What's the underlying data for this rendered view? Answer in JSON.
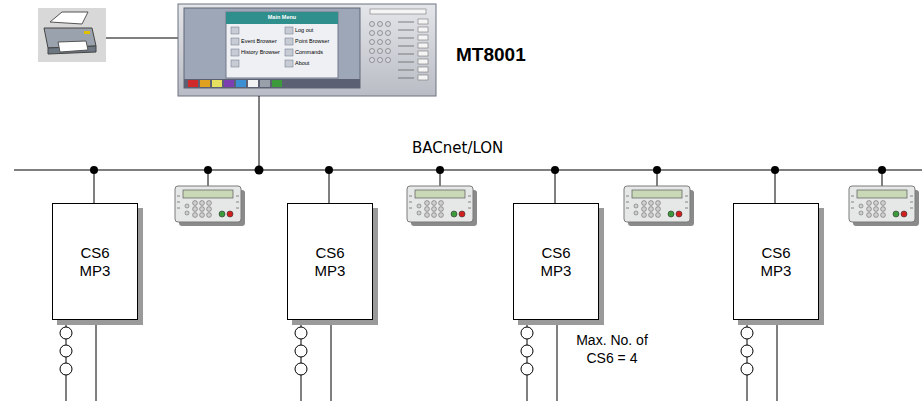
{
  "diagram": {
    "nodes": [
      {
        "text": [
          "Main Menu",
          "Log out",
          "Event Browser",
          "Point Browser",
          "History Browser",
          "Commands",
          "About",
          "MT8001"
        ]
      },
      {
        "text": [
          "CS6 MP3"
        ]
      },
      {
        "text": [
          "CS6 MP3"
        ]
      },
      {
        "text": [
          "CS6 MP3"
        ]
      },
      {
        "text": [
          "CS6 MP3"
        ]
      }
    ],
    "labels": [
      "BACnet/LON",
      "Max. No. of CS6 = 4"
    ]
  }
}
